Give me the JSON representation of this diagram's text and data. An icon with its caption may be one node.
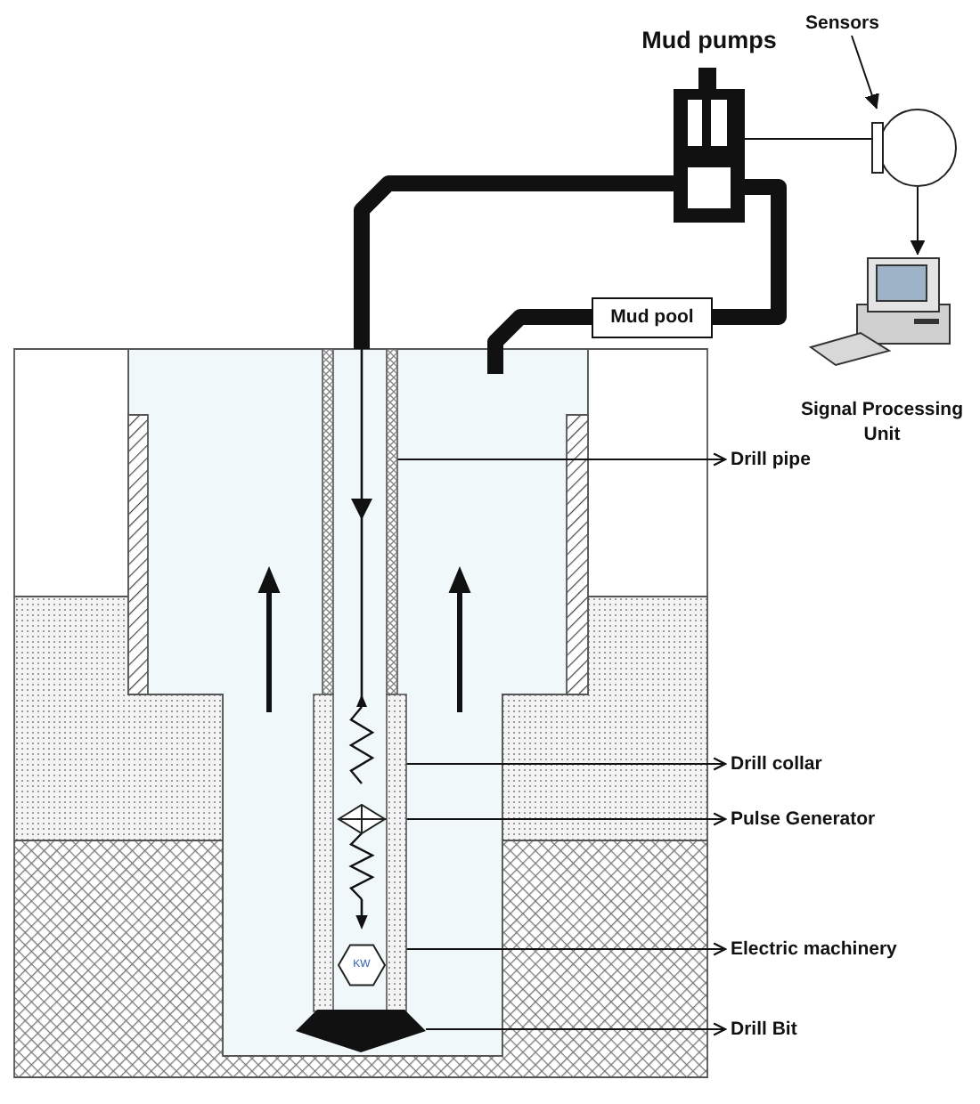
{
  "diagram": {
    "nodes": [
      {
        "text": [
          "Mud pumps"
        ]
      },
      {
        "text": [
          "Sensors"
        ]
      },
      {
        "text": [],
        "shape": "circle"
      },
      {
        "text": [
          "Signal Processing Unit"
        ]
      },
      {
        "text": [
          "Mud pool"
        ]
      },
      {
        "text": [],
        "shape": "pipe"
      },
      {
        "text": [
          "Drill pipe"
        ]
      },
      {
        "text": [],
        "shape": "pipe"
      },
      {
        "text": [
          "Drill collar"
        ]
      },
      {
        "text": [],
        "shape": "diamond",
        "in": 7
      },
      {
        "text": [
          "Pulse Generator"
        ]
      },
      {
        "text": [
          "KW"
        ],
        "in": 7
      },
      {
        "text": [
          "Electric machinery"
        ]
      },
      {
        "text": [],
        "shape": "wedge"
      },
      {
        "text": [
          "Drill Bit"
        ]
      }
    ],
    "edges": [
      {
        "from": 1,
        "to": 2,
        "arrow": "to"
      },
      {
        "from": 0,
        "to": 2,
        "arrow": "none"
      },
      {
        "from": 2,
        "to": 3,
        "arrow": "to"
      },
      {
        "from": 0,
        "to": 5,
        "arrow": "none",
        "style": "thick"
      },
      {
        "from": 0,
        "to": 4,
        "arrow": "none",
        "style": "thick"
      },
      {
        "from": 4,
        "to": null,
        "arrow": "none",
        "style": "thick"
      },
      {
        "from": 5,
        "to": 6,
        "arrow": "to"
      },
      {
        "from": 7,
        "to": 8,
        "arrow": "to"
      },
      {
        "from": 9,
        "to": 10,
        "arrow": "to"
      },
      {
        "from": 11,
        "to": 12,
        "arrow": "to"
      },
      {
        "from": 13,
        "to": 14,
        "arrow": "to"
      }
    ]
  }
}
